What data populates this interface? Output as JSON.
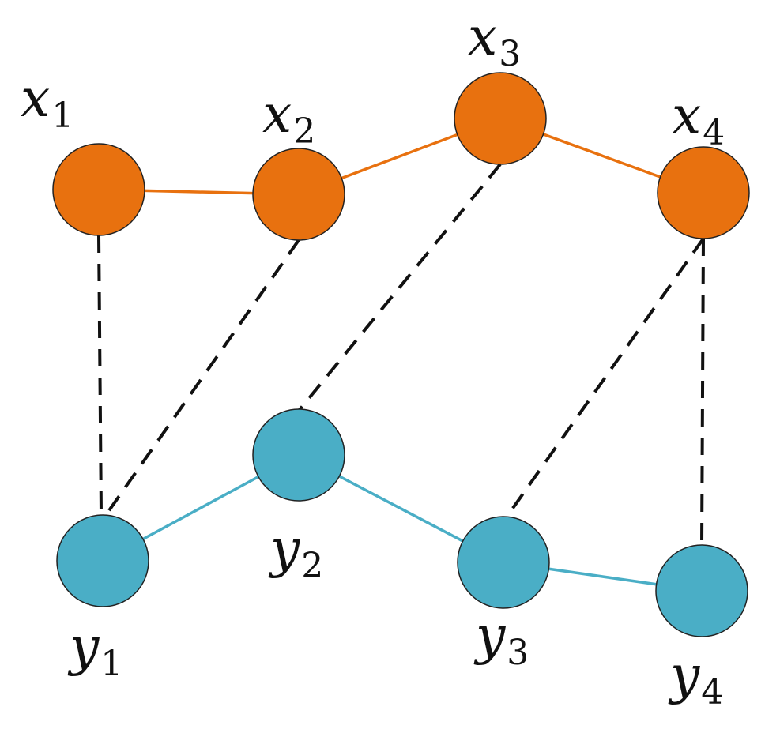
{
  "colors": {
    "x_series": "#E8710F",
    "y_series": "#4AAEC6",
    "alignment": "#111111",
    "node_stroke": "#222222"
  },
  "x_nodes": [
    {
      "id": "x1",
      "label": "x",
      "sub": "1"
    },
    {
      "id": "x2",
      "label": "x",
      "sub": "2"
    },
    {
      "id": "x3",
      "label": "x",
      "sub": "3"
    },
    {
      "id": "x4",
      "label": "x",
      "sub": "4"
    }
  ],
  "y_nodes": [
    {
      "id": "y1",
      "label": "y",
      "sub": "1"
    },
    {
      "id": "y2",
      "label": "y",
      "sub": "2"
    },
    {
      "id": "y3",
      "label": "y",
      "sub": "3"
    },
    {
      "id": "y4",
      "label": "y",
      "sub": "4"
    }
  ],
  "x_edges": [
    [
      "x1",
      "x2"
    ],
    [
      "x2",
      "x3"
    ],
    [
      "x3",
      "x4"
    ]
  ],
  "y_edges": [
    [
      "y1",
      "y2"
    ],
    [
      "y2",
      "y3"
    ],
    [
      "y3",
      "y4"
    ]
  ],
  "alignments": [
    [
      "x1",
      "y1"
    ],
    [
      "x2",
      "y1"
    ],
    [
      "x3",
      "y2"
    ],
    [
      "x4",
      "y3"
    ],
    [
      "x4",
      "y4"
    ]
  ]
}
